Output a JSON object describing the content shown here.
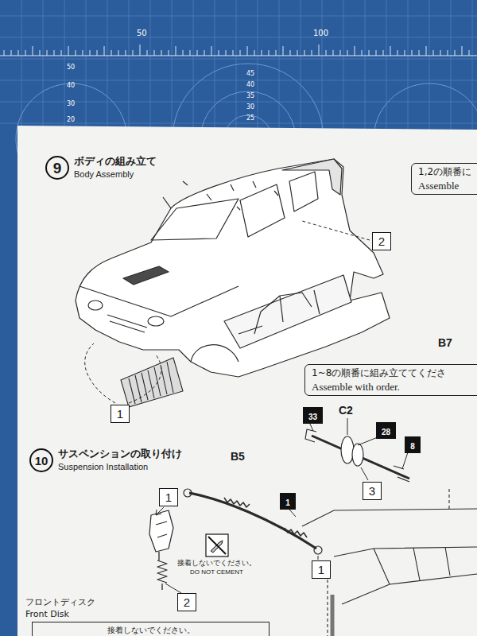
{
  "diagram": {
    "nodes": [
      {
        "text": [
          "9",
          "ボディの組み立て",
          "Body Assembly"
        ]
      },
      {
        "text": [
          "1,2の順番に",
          "Assemble"
        ]
      },
      {
        "text": [
          "2"
        ]
      },
      {
        "text": [
          "1~8の順番に組み立ててくださ",
          "Assemble with order."
        ]
      },
      {
        "text": [
          "1"
        ]
      },
      {
        "text": [
          "10",
          "サスペンションの取り付け",
          "Suspension Installation"
        ]
      },
      {
        "text": [
          "33"
        ]
      },
      {
        "text": [
          "28"
        ]
      },
      {
        "text": [
          "8"
        ]
      },
      {
        "text": [
          "1"
        ]
      },
      {
        "text": [
          "1"
        ]
      },
      {
        "text": [
          "3"
        ]
      },
      {
        "text": [
          "1"
        ]
      },
      {
        "text": [
          "接着しないでください。",
          "DO NOT CEMENT"
        ]
      },
      {
        "text": [
          "2"
        ]
      },
      {
        "text": [
          "接着しないでください。"
        ]
      }
    ],
    "labels": [
      "50",
      "100",
      "50",
      "40",
      "30",
      "20",
      "45",
      "40",
      "35",
      "30",
      "25",
      "B7",
      "C2",
      "B5",
      "フロントディスク",
      "Front Disk"
    ]
  }
}
